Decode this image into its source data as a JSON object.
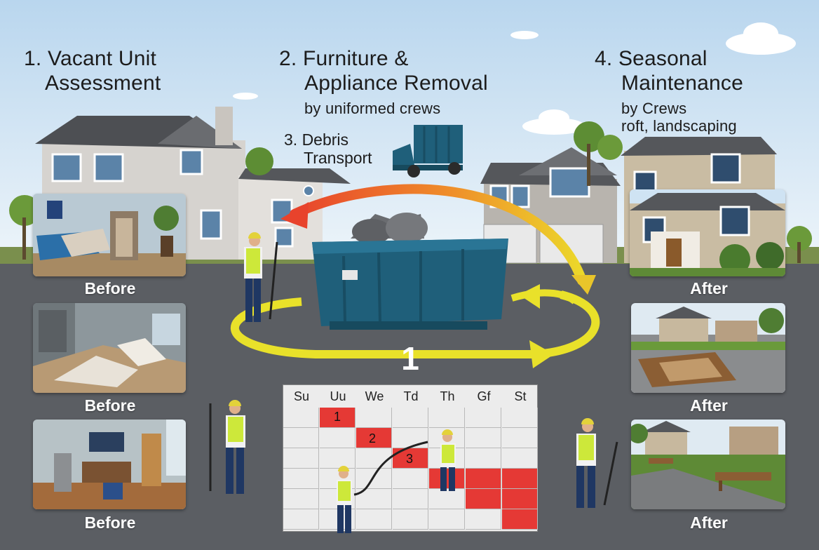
{
  "headings": {
    "step1_line1": "1. Vacant Unit",
    "step1_line2": "Assessment",
    "step2_line1": "2. Furniture &",
    "step2_line2": "Appliance Removal",
    "step2_sub": "by uniformed crews",
    "step3_line1": "3. Debris",
    "step3_line2": "Transport",
    "step4_line1": "4. Seasonal",
    "step4_line2": "Maintenance",
    "step4_sub1": "by Crews",
    "step4_sub2": "roft, landscaping"
  },
  "captions": {
    "before_1": "Before",
    "before_2": "Before",
    "before_3": "Before",
    "after_1": "After",
    "after_2": "After",
    "after_3": "After"
  },
  "center_label": "1",
  "calendar": {
    "days": [
      "Su",
      "Uu",
      "We",
      "Td",
      "Th",
      "Gf",
      "St"
    ],
    "markers": [
      "1",
      "2",
      "3"
    ]
  },
  "colors": {
    "sky": "#cfe3f3",
    "road": "#5b5e63",
    "dumpster": "#1f5f7a",
    "arrow_red": "#e8432c",
    "arrow_yellow": "#e9e12a",
    "vest": "#cde83a",
    "calendar_red": "#e53935"
  }
}
